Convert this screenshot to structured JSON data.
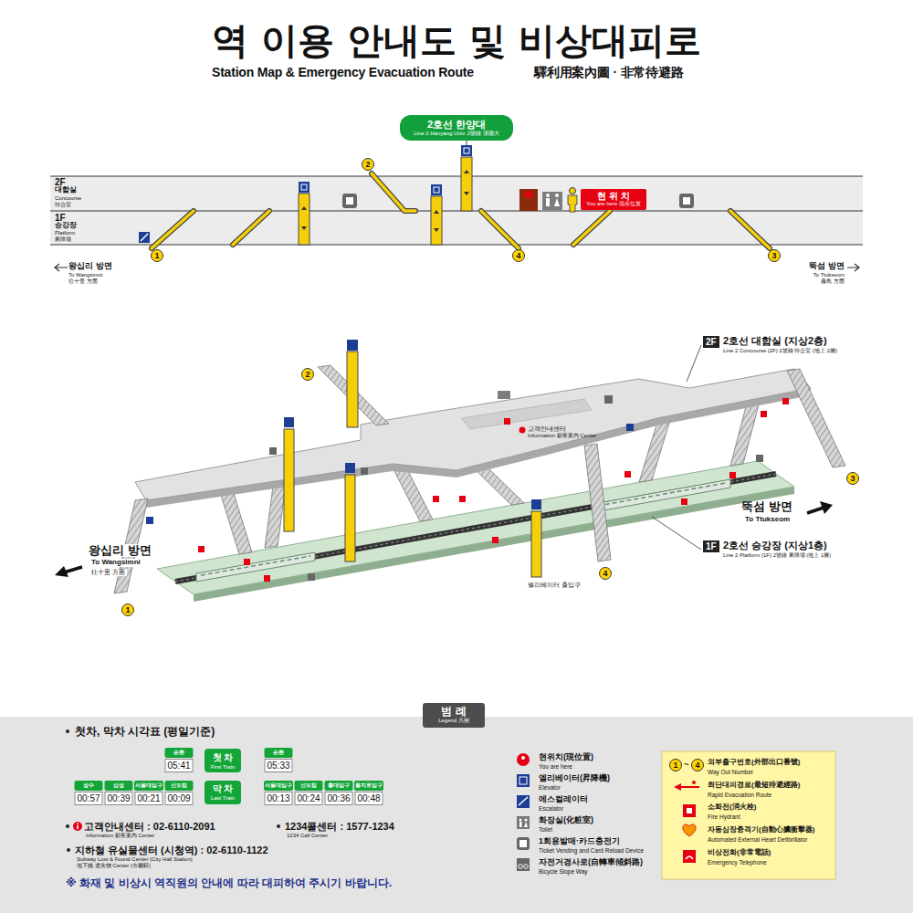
{
  "diagram": {
    "title": "역 이용 안내도 및 비상대피로",
    "nodes": [
      {
        "text": [
          "2호선 한양대",
          "Line 2 Hanyang Univ. 2號線 漢陽大"
        ]
      },
      {
        "text": [
          "현 위 치",
          "You are here 現在位置"
        ]
      },
      {
        "text": [
          "범 례",
          "Legend 凡例"
        ]
      }
    ],
    "labels": [
      "Station Map & Emergency Evacuation Route",
      "驛利用案內圖 · 非常待避路",
      "2F",
      "대합실",
      "Concourse",
      "待合室",
      "1F",
      "승강장",
      "Platform",
      "乘降場",
      "1",
      "2",
      "4",
      "3",
      "왕십리 방면",
      "To Wangsimni",
      "往十里 方面",
      "뚝섬 방면",
      "To Ttukseom",
      "纛島 方面",
      "2",
      "3",
      "4",
      "1",
      "2F",
      "2호선 대합실 (지상2층)",
      "Line 2 Concourse (2F) 2號線 待合室 (地上 2層)",
      "1F",
      "2호선 승강장 (지상1층)",
      "Line 2 Platform (1F) 2號線 乘降場 (地上 1層)",
      "뚝섬 방면",
      "To Ttukseom",
      "왕십리 방면",
      "To Wangsimni",
      "往十里 方面",
      "엘리베이터 출입구",
      "고객안내센터",
      "Information 顧客案內 Center",
      "첫차, 막차 시각표 (평일기준)",
      "순환",
      "05:41",
      "첫 차",
      "First Train",
      "순환",
      "05:33",
      "성수",
      "00:57",
      "삼성",
      "00:39",
      "서울대입구",
      "00:21",
      "신도림",
      "00:09",
      "막 차",
      "Last Train",
      "서울대입구",
      "00:13",
      "신도림",
      "00:24",
      "홍대입구",
      "00:36",
      "을지로입구",
      "00:48",
      "고객안내센터 : 02-6110-2091",
      "Information 顧客案內 Center",
      "1234콜센터 : 1577-1234",
      "1234 Call Center",
      "지하철 유실물센터 (시청역) : 02-6110-1122",
      "Subway Lost & Found Center (City Hall Station)",
      "地下鐵 遺失物 Center (市廳驛)",
      "※ 화재 및 비상시 역직원의 안내에 따라 대피하여 주시기 바랍니다.",
      "You are here",
      "Elevator",
      "Escalator",
      "Toilet",
      "Ticket Vending and Card Reload Device",
      "Bicycle Slope Way",
      "1",
      "~",
      "4",
      "Way Out Number",
      "Rapid Evacuation Route",
      "Fire Hydrant",
      "Automated External Heart Defibrillator",
      "Emergency Telephone"
    ],
    "legend": [
      {
        "text": "현위치(現位置)"
      },
      {
        "text": "엘리베이터(昇降機)"
      },
      {
        "text": "에스컬레이터"
      },
      {
        "text": "화장실(化粧室)"
      },
      {
        "text": "1회용발매·카드충전기"
      },
      {
        "text": "자전거경사로(自轉車傾斜路)"
      },
      {
        "text": "외부출구번호(外部出口番號)"
      },
      {
        "text": "최단대피경로(最短待避經路)"
      },
      {
        "text": "소화전(消火栓)"
      },
      {
        "text": "자동심장충격기(自動心臟衝擊器)"
      },
      {
        "text": "비상전화(非常電話)"
      }
    ]
  }
}
